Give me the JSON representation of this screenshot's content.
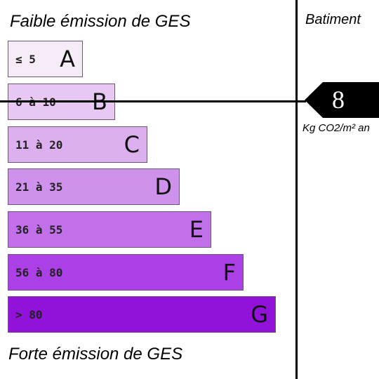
{
  "titles": {
    "top": "Faible émission de GES",
    "bottom": "Forte émission de GES"
  },
  "column": {
    "header": "Batiment"
  },
  "classes": [
    {
      "range": "≤ 5",
      "letter": "A",
      "color": "#f5ecf7"
    },
    {
      "range": "6 à 10",
      "letter": "B",
      "color": "#e8c8f2"
    },
    {
      "range": "11 à 20",
      "letter": "C",
      "color": "#dcb0ee"
    },
    {
      "range": "21 à 35",
      "letter": "D",
      "color": "#cf92ec"
    },
    {
      "range": "36 à 55",
      "letter": "E",
      "color": "#c170ea"
    },
    {
      "range": "56 à 80",
      "letter": "F",
      "color": "#aa40e6"
    },
    {
      "range": "> 80",
      "letter": "G",
      "color": "#9112d9"
    }
  ],
  "indicator": {
    "value": "8",
    "unit": "Kg CO2/m² an",
    "class": "B"
  }
}
